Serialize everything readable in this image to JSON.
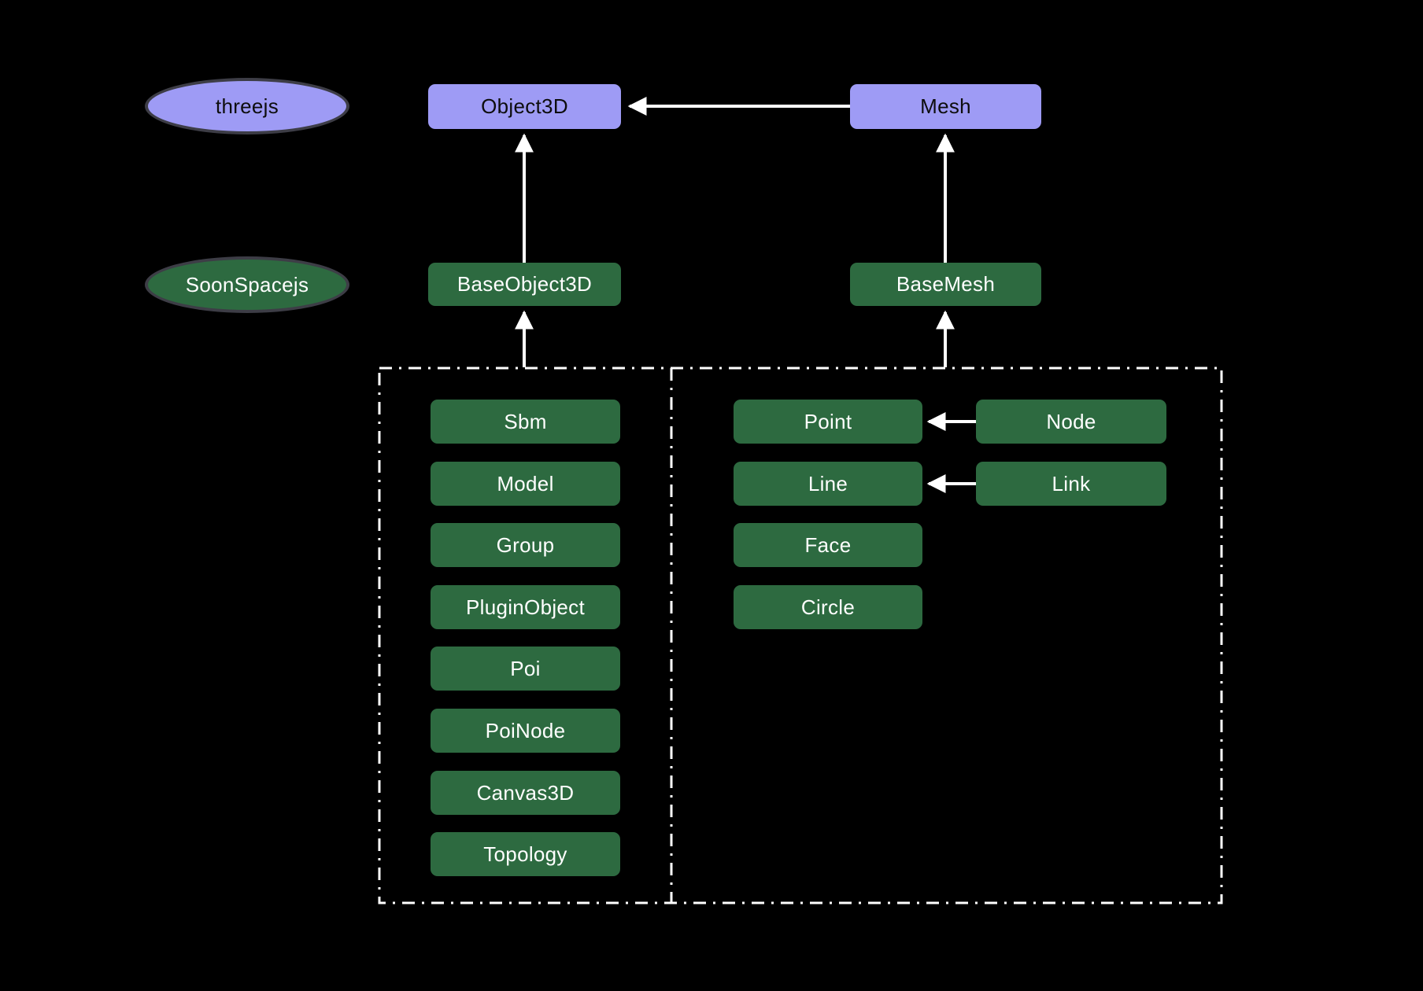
{
  "diagram": {
    "background": "#000000",
    "colors": {
      "threejs_node_fill": "#9e9bf5",
      "soonspace_node_fill": "#2d6a40",
      "connector": "#ffffff",
      "group_border": "#ffffff",
      "text_on_purple": "#0d0d0d",
      "text_on_green": "#ffffff",
      "ellipse_border": "#3d3d46"
    },
    "legend": {
      "threejs": "threejs",
      "soonspacejs": "SoonSpacejs"
    },
    "threejs_classes": {
      "object3d": "Object3D",
      "mesh": "Mesh"
    },
    "soonspace_classes": {
      "base_object3d": "BaseObject3D",
      "base_mesh": "BaseMesh"
    },
    "base_object3d_subclasses": [
      "Sbm",
      "Model",
      "Group",
      "PluginObject",
      "Poi",
      "PoiNode",
      "Canvas3D",
      "Topology"
    ],
    "base_mesh_subclasses": [
      "Point",
      "Line",
      "Face",
      "Circle"
    ],
    "base_mesh_alias_classes": [
      "Node",
      "Link"
    ]
  }
}
